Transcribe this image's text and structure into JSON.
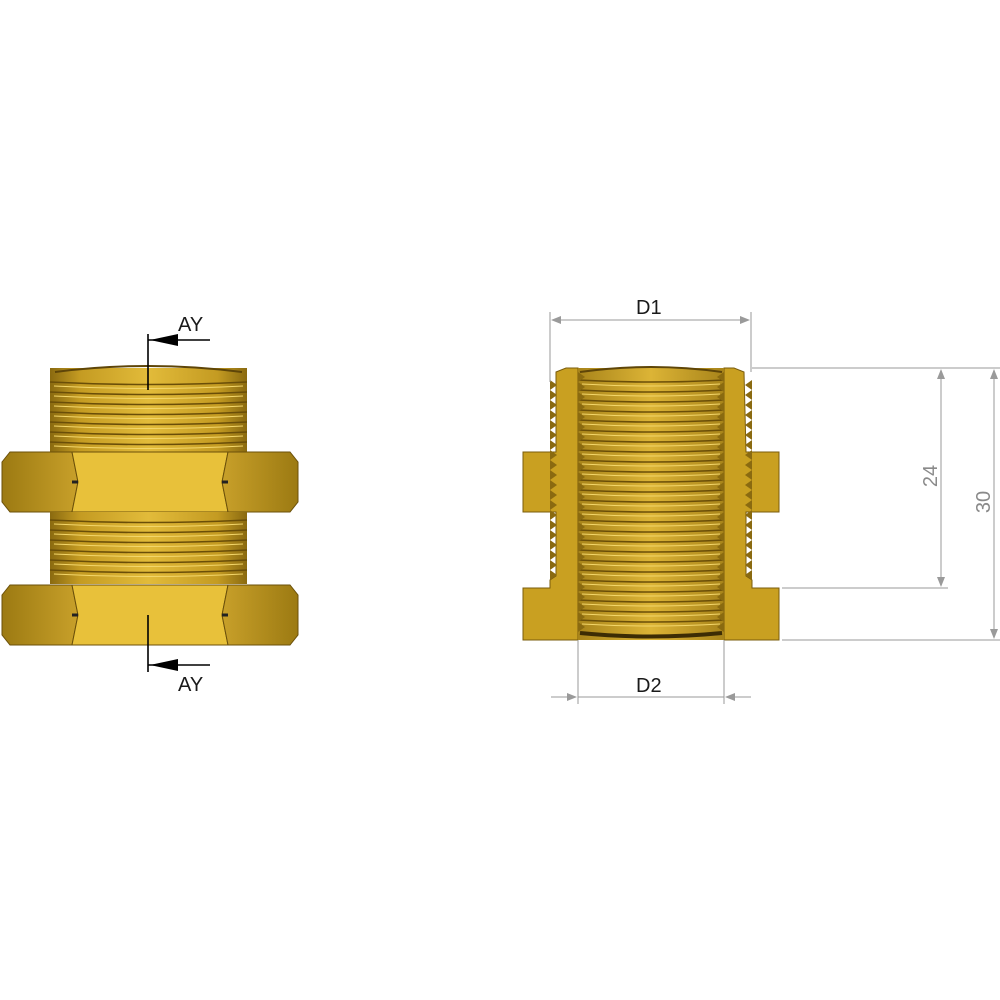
{
  "left_view": {
    "section_label_top": "AY",
    "section_label_bottom": "AY"
  },
  "right_view": {
    "dim_top": "D1",
    "dim_bottom": "D2",
    "dim_inner_height": "24",
    "dim_total_height": "30"
  },
  "colors": {
    "brass_light": "#e8c13a",
    "brass_mid": "#c9a021",
    "brass_dark": "#a78414",
    "thread_dark": "#7a5c0c",
    "dimension_grey": "#9a9a9a"
  }
}
